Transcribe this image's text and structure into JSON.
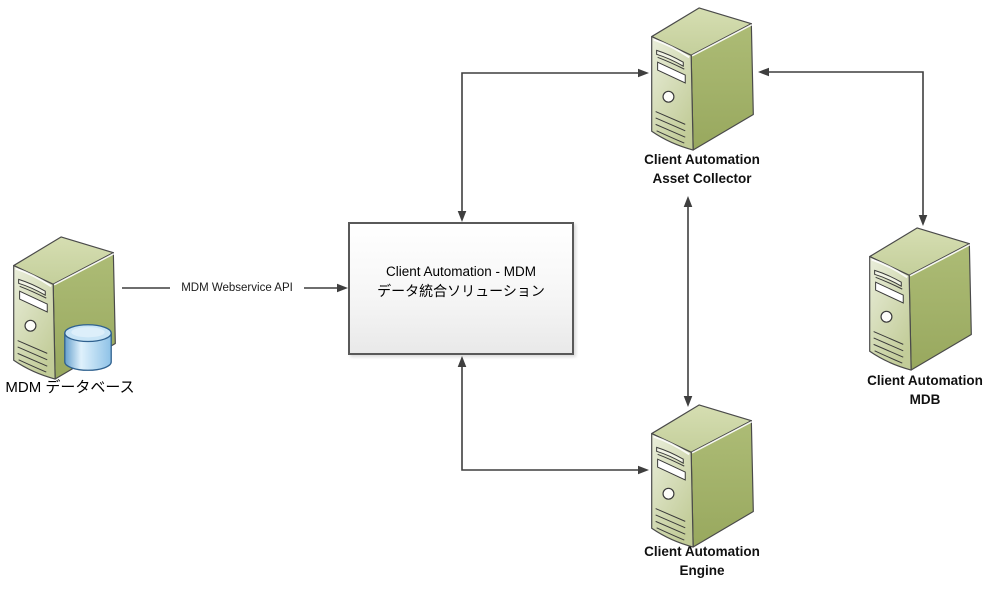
{
  "diagram": {
    "nodes": [
      {
        "id": "mdm-database",
        "type": "server-with-database",
        "label_lines": [
          "MDM データベース"
        ]
      },
      {
        "id": "integration-solution",
        "type": "process-box",
        "label_lines": [
          "Client Automation - MDM",
          "データ統合ソリューション"
        ]
      },
      {
        "id": "asset-collector",
        "type": "server",
        "label_lines": [
          "Client Automation",
          "Asset Collector"
        ]
      },
      {
        "id": "mdb",
        "type": "server",
        "label_lines": [
          "Client Automation",
          "MDB"
        ]
      },
      {
        "id": "engine",
        "type": "server",
        "label_lines": [
          "Client Automation",
          "Engine"
        ]
      }
    ],
    "connections": [
      {
        "from": "mdm-database",
        "to": "integration-solution",
        "label": "MDM Webservice API",
        "direction": "one-way"
      },
      {
        "from": "integration-solution",
        "to": "asset-collector",
        "label": "",
        "direction": "two-way"
      },
      {
        "from": "integration-solution",
        "to": "engine",
        "label": "",
        "direction": "two-way"
      },
      {
        "from": "asset-collector",
        "to": "engine",
        "label": "",
        "direction": "two-way"
      },
      {
        "from": "asset-collector",
        "to": "mdb",
        "label": "",
        "direction": "two-way"
      }
    ]
  },
  "colors": {
    "background": "#ffffff",
    "server_top": "#ccd6a4",
    "server_side": "#a0b164",
    "server_front": "#dde3c0",
    "database_top": "#c9e5f6",
    "database_body": "#8ec2e7",
    "connector": "#3f3f3f",
    "box_border": "#595959",
    "text": "#000000"
  }
}
